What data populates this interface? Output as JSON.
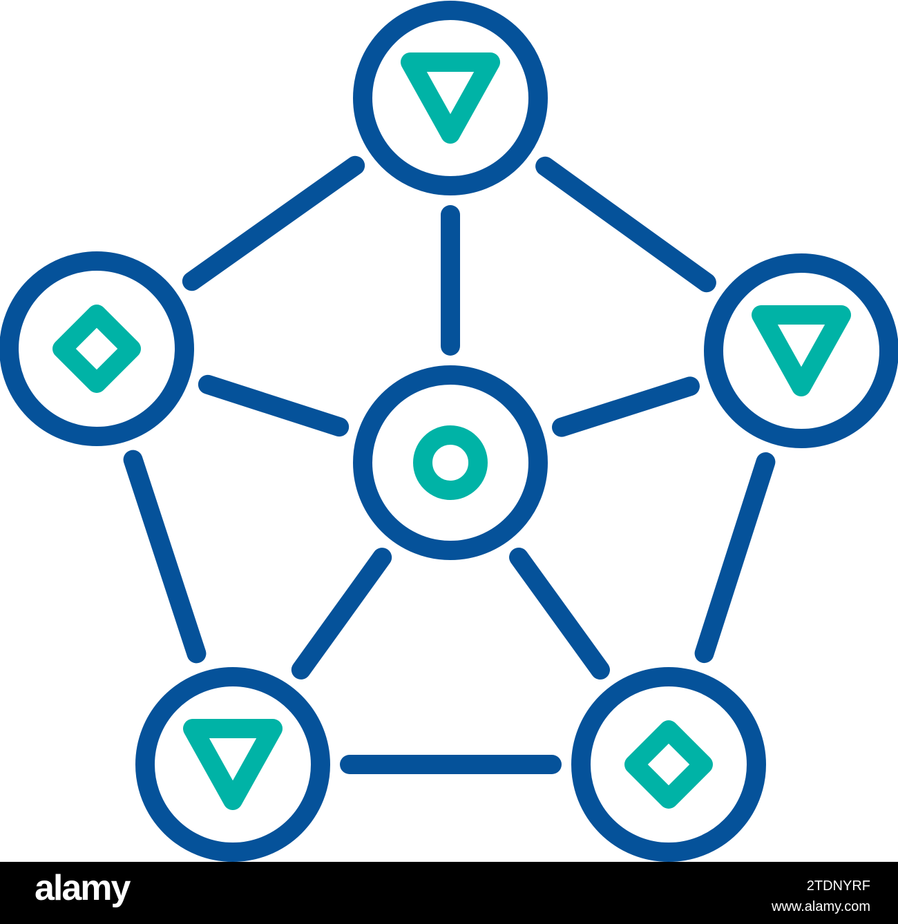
{
  "colors": {
    "node_outline": "#05529A",
    "symbol": "#00B3A6",
    "background": "#FFFFFF",
    "footer_background": "#000000",
    "footer_text": "#FFFFFF"
  },
  "nodes": [
    {
      "id": "top",
      "symbol": "triangle-down"
    },
    {
      "id": "left",
      "symbol": "diamond"
    },
    {
      "id": "right",
      "symbol": "triangle-down"
    },
    {
      "id": "center",
      "symbol": "ring"
    },
    {
      "id": "bottom-left",
      "symbol": "triangle-down"
    },
    {
      "id": "bottom-right",
      "symbol": "diamond"
    }
  ],
  "edges": [
    [
      "top",
      "left"
    ],
    [
      "top",
      "right"
    ],
    [
      "top",
      "center"
    ],
    [
      "left",
      "center"
    ],
    [
      "right",
      "center"
    ],
    [
      "left",
      "bottom-left"
    ],
    [
      "right",
      "bottom-right"
    ],
    [
      "center",
      "bottom-left"
    ],
    [
      "center",
      "bottom-right"
    ],
    [
      "bottom-left",
      "bottom-right"
    ]
  ],
  "footer": {
    "logo": "alamy",
    "image_id": "2TDNYRF",
    "url": "www.alamy.com"
  }
}
